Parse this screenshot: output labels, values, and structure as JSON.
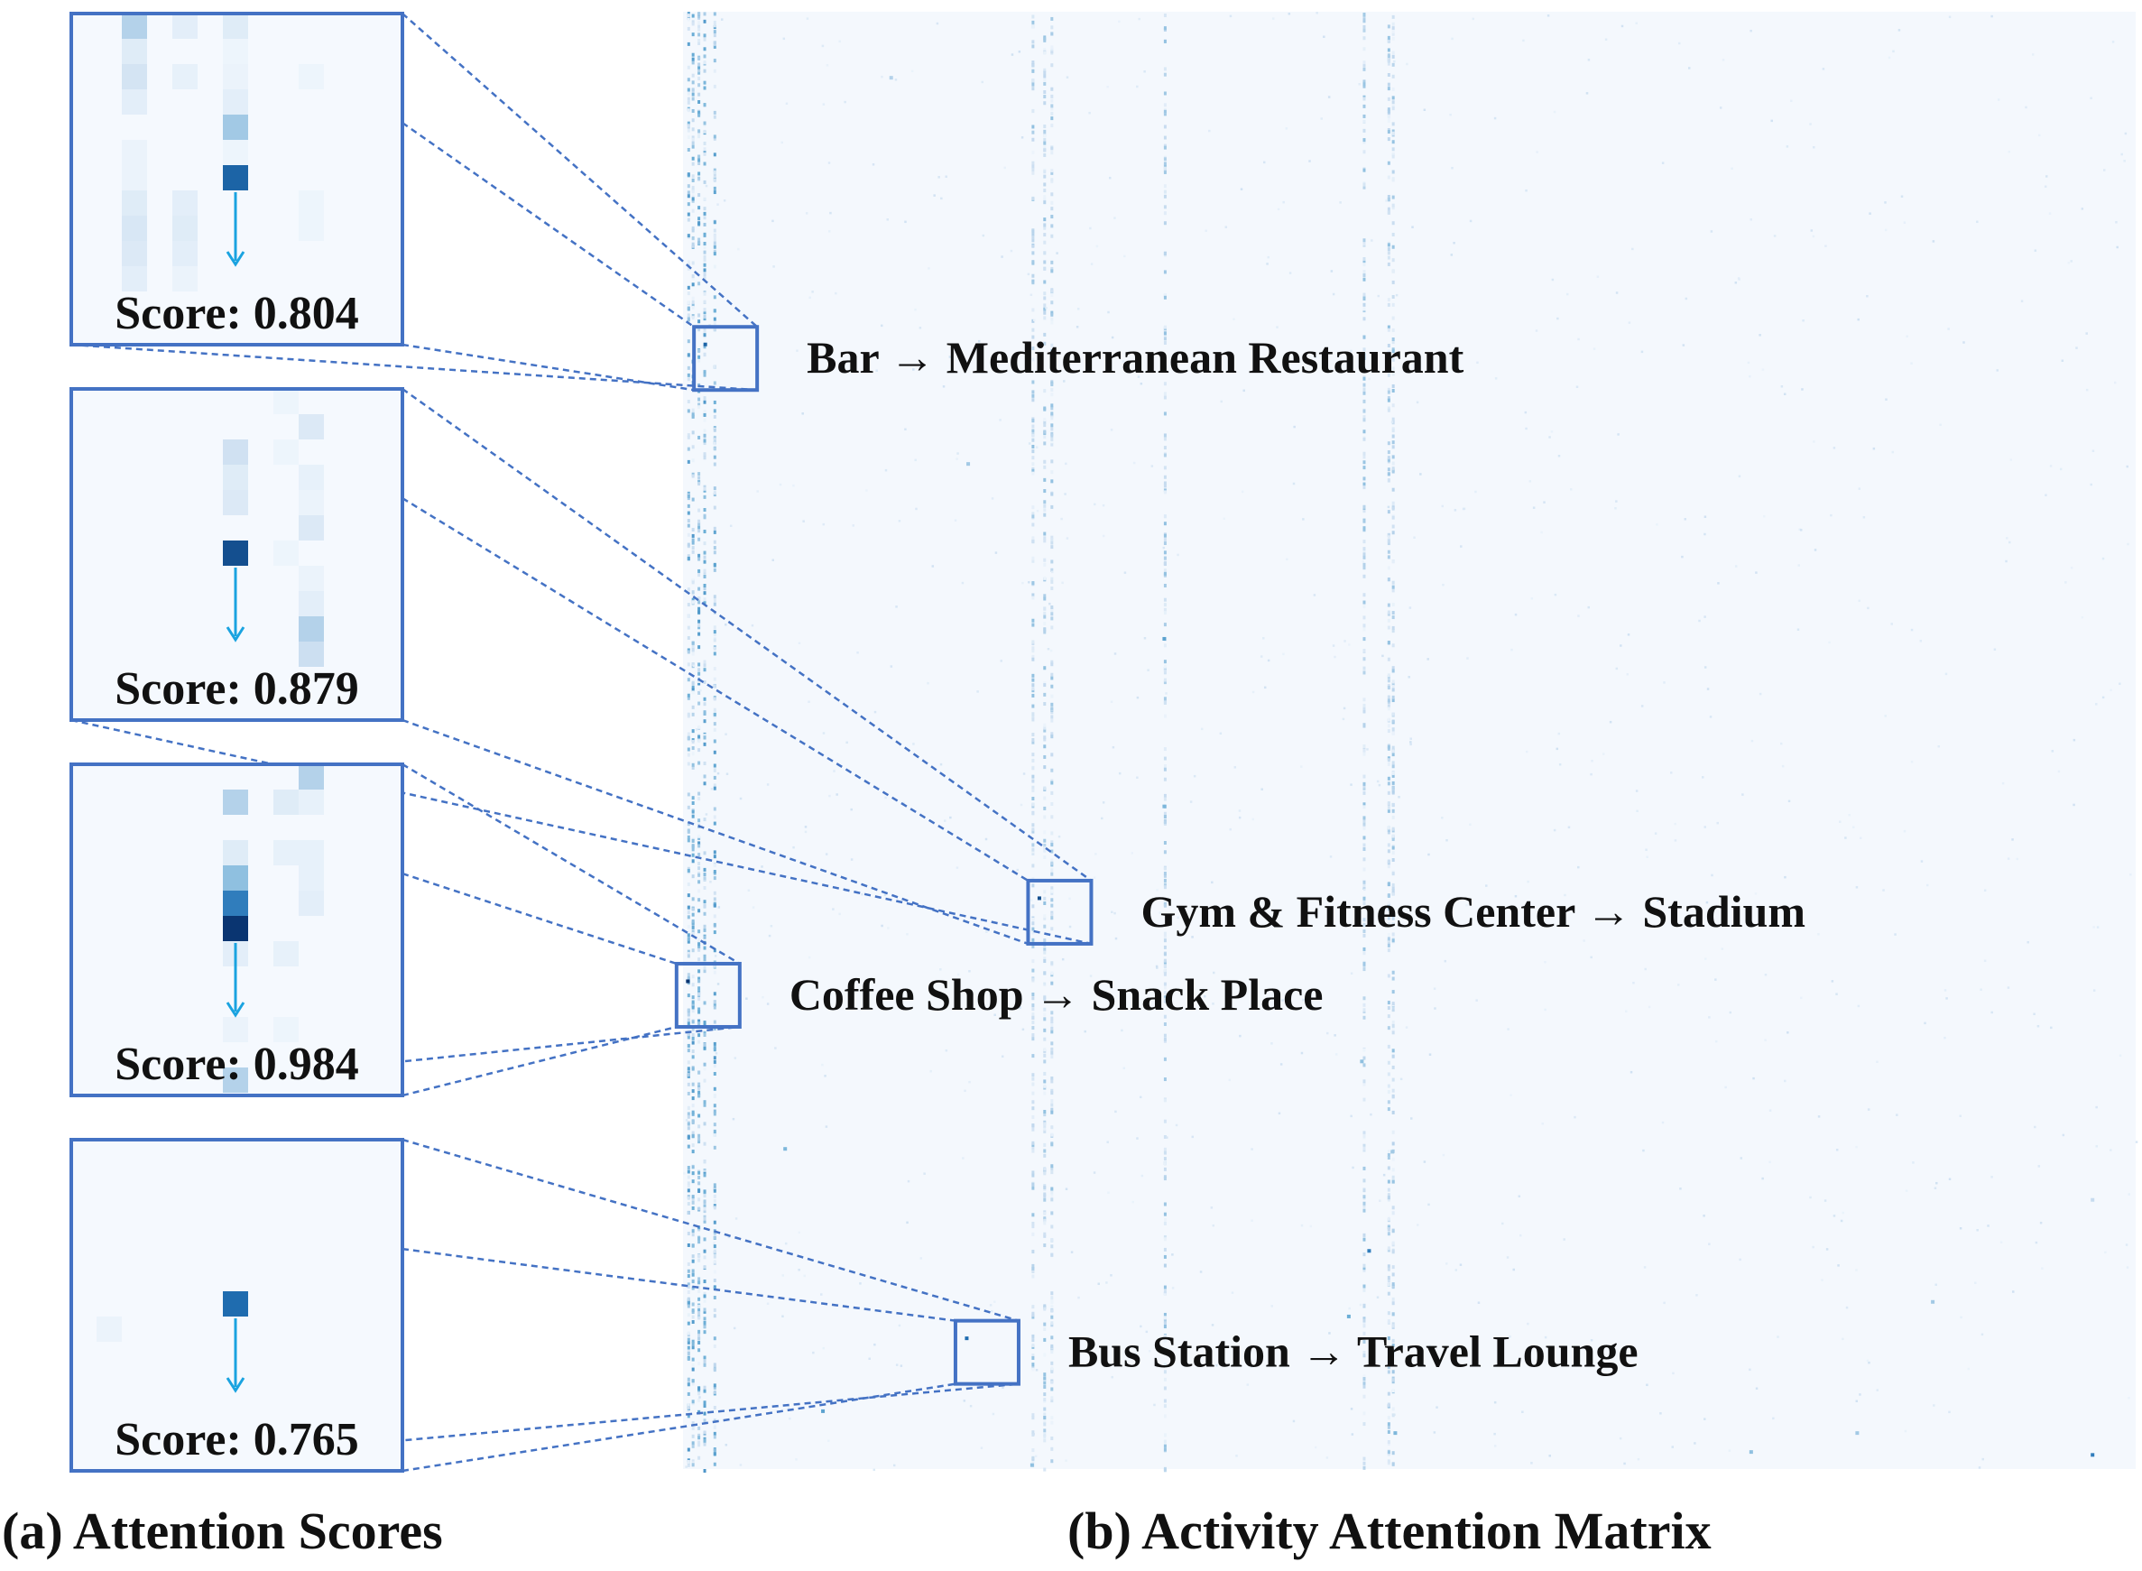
{
  "chart_data": {
    "type": "heatmap",
    "colormap": "Blues",
    "panels": [
      {
        "caption": "(a) Attention Scores",
        "insets": [
          {
            "score_label": "Score: 0.804",
            "score": 0.804,
            "target_cell": {
              "row": 6,
              "col": 6
            },
            "cells": [
              {
                "row": 0,
                "col": 2,
                "v": 0.3
              },
              {
                "row": 0,
                "col": 4,
                "v": 0.1
              },
              {
                "row": 0,
                "col": 6,
                "v": 0.12
              },
              {
                "row": 1,
                "col": 2,
                "v": 0.12
              },
              {
                "row": 1,
                "col": 6,
                "v": 0.05
              },
              {
                "row": 2,
                "col": 2,
                "v": 0.18
              },
              {
                "row": 2,
                "col": 4,
                "v": 0.08
              },
              {
                "row": 2,
                "col": 6,
                "v": 0.06
              },
              {
                "row": 2,
                "col": 9,
                "v": 0.05
              },
              {
                "row": 3,
                "col": 2,
                "v": 0.1
              },
              {
                "row": 3,
                "col": 6,
                "v": 0.1
              },
              {
                "row": 4,
                "col": 6,
                "v": 0.35
              },
              {
                "row": 5,
                "col": 2,
                "v": 0.06
              },
              {
                "row": 5,
                "col": 6,
                "v": 0.05
              },
              {
                "row": 6,
                "col": 2,
                "v": 0.06
              },
              {
                "row": 6,
                "col": 6,
                "v": 0.8
              },
              {
                "row": 7,
                "col": 2,
                "v": 0.12
              },
              {
                "row": 7,
                "col": 4,
                "v": 0.1
              },
              {
                "row": 7,
                "col": 9,
                "v": 0.05
              },
              {
                "row": 8,
                "col": 2,
                "v": 0.16
              },
              {
                "row": 8,
                "col": 4,
                "v": 0.12
              },
              {
                "row": 8,
                "col": 9,
                "v": 0.05
              },
              {
                "row": 9,
                "col": 2,
                "v": 0.14
              },
              {
                "row": 9,
                "col": 4,
                "v": 0.1
              },
              {
                "row": 10,
                "col": 2,
                "v": 0.1
              },
              {
                "row": 10,
                "col": 4,
                "v": 0.06
              }
            ]
          },
          {
            "score_label": "Score: 0.879",
            "score": 0.879,
            "target_cell": {
              "row": 6,
              "col": 6
            },
            "cells": [
              {
                "row": 0,
                "col": 8,
                "v": 0.05
              },
              {
                "row": 1,
                "col": 9,
                "v": 0.14
              },
              {
                "row": 2,
                "col": 6,
                "v": 0.2
              },
              {
                "row": 2,
                "col": 8,
                "v": 0.05
              },
              {
                "row": 3,
                "col": 6,
                "v": 0.12
              },
              {
                "row": 3,
                "col": 9,
                "v": 0.08
              },
              {
                "row": 4,
                "col": 6,
                "v": 0.14
              },
              {
                "row": 4,
                "col": 9,
                "v": 0.06
              },
              {
                "row": 5,
                "col": 9,
                "v": 0.14
              },
              {
                "row": 6,
                "col": 6,
                "v": 0.88
              },
              {
                "row": 6,
                "col": 8,
                "v": 0.05
              },
              {
                "row": 7,
                "col": 9,
                "v": 0.06
              },
              {
                "row": 8,
                "col": 9,
                "v": 0.1
              },
              {
                "row": 9,
                "col": 9,
                "v": 0.3
              },
              {
                "row": 10,
                "col": 9,
                "v": 0.22
              }
            ]
          },
          {
            "score_label": "Score: 0.984",
            "score": 0.984,
            "target_cell": {
              "row": 6,
              "col": 6
            },
            "cells": [
              {
                "row": 0,
                "col": 9,
                "v": 0.3
              },
              {
                "row": 1,
                "col": 6,
                "v": 0.3
              },
              {
                "row": 1,
                "col": 8,
                "v": 0.12
              },
              {
                "row": 1,
                "col": 9,
                "v": 0.08
              },
              {
                "row": 3,
                "col": 6,
                "v": 0.12
              },
              {
                "row": 3,
                "col": 8,
                "v": 0.08
              },
              {
                "row": 3,
                "col": 9,
                "v": 0.08
              },
              {
                "row": 4,
                "col": 6,
                "v": 0.4
              },
              {
                "row": 4,
                "col": 9,
                "v": 0.08
              },
              {
                "row": 5,
                "col": 6,
                "v": 0.7
              },
              {
                "row": 5,
                "col": 9,
                "v": 0.1
              },
              {
                "row": 6,
                "col": 6,
                "v": 0.98
              },
              {
                "row": 7,
                "col": 6,
                "v": 0.1
              },
              {
                "row": 7,
                "col": 8,
                "v": 0.08
              },
              {
                "row": 10,
                "col": 6,
                "v": 0.06
              },
              {
                "row": 10,
                "col": 8,
                "v": 0.05
              },
              {
                "row": 12,
                "col": 6,
                "v": 0.3
              }
            ]
          },
          {
            "score_label": "Score: 0.765",
            "score": 0.765,
            "target_cell": {
              "row": 6,
              "col": 6
            },
            "cells": [
              {
                "row": 6,
                "col": 6,
                "v": 0.77
              },
              {
                "row": 7,
                "col": 1,
                "v": 0.06
              }
            ]
          }
        ]
      },
      {
        "caption": "(b) Activity Attention Matrix",
        "matrix_size": 1000,
        "grid": false,
        "highlights": [
          {
            "label": "Bar → Mediterranean Restaurant",
            "row": 228,
            "col": 15
          },
          {
            "label": "Gym & Fitness Center → Stadium",
            "row": 608,
            "col": 245
          },
          {
            "label": "Coffee Shop → Snack Place",
            "row": 665,
            "col": 3
          },
          {
            "label": "Bus Station → Travel Lounge",
            "row": 910,
            "col": 195
          }
        ],
        "dense_columns": [
          3,
          6,
          10,
          14,
          21,
          240,
          248,
          253,
          331,
          468,
          485,
          488
        ],
        "scattered_high_cells": [
          {
            "row": 228,
            "col": 15,
            "v": 0.8
          },
          {
            "row": 608,
            "col": 245,
            "v": 0.88
          },
          {
            "row": 665,
            "col": 3,
            "v": 0.98
          },
          {
            "row": 910,
            "col": 195,
            "v": 0.77
          },
          {
            "row": 45,
            "col": 143,
            "v": 0.3
          },
          {
            "row": 310,
            "col": 196,
            "v": 0.35
          },
          {
            "row": 430,
            "col": 331,
            "v": 0.55
          },
          {
            "row": 545,
            "col": 331,
            "v": 0.45
          },
          {
            "row": 720,
            "col": 467,
            "v": 0.4
          },
          {
            "row": 780,
            "col": 70,
            "v": 0.45
          },
          {
            "row": 782,
            "col": 488,
            "v": 0.35
          },
          {
            "row": 815,
            "col": 970,
            "v": 0.25
          },
          {
            "row": 850,
            "col": 472,
            "v": 0.7
          },
          {
            "row": 885,
            "col": 860,
            "v": 0.35
          },
          {
            "row": 895,
            "col": 458,
            "v": 0.5
          },
          {
            "row": 960,
            "col": 96,
            "v": 0.55
          },
          {
            "row": 975,
            "col": 490,
            "v": 0.45
          },
          {
            "row": 975,
            "col": 808,
            "v": 0.35
          },
          {
            "row": 988,
            "col": 735,
            "v": 0.4
          },
          {
            "row": 990,
            "col": 970,
            "v": 0.7
          },
          {
            "row": 997,
            "col": 240,
            "v": 0.4
          }
        ]
      }
    ]
  }
}
